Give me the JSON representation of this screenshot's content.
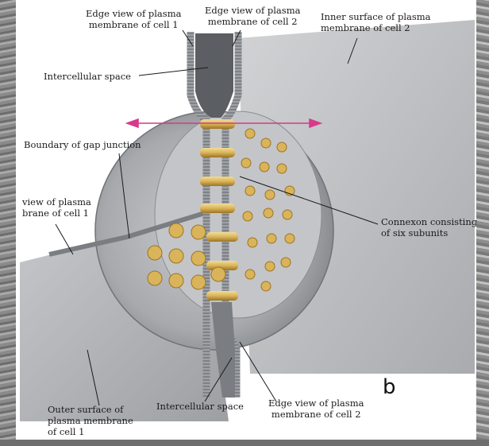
{
  "figure": {
    "panel_letter": "b",
    "labels": {
      "edge_cell1_top": [
        "Edge view of plasma",
        "membrane of cell 1"
      ],
      "edge_cell2_top": [
        "Edge view of plasma",
        "membrane of cell 2"
      ],
      "inner_surface_cell2": [
        "Inner surface of plasma",
        "membrane of cell 2"
      ],
      "intercellular_space_top": "Intercellular space",
      "boundary_gap_junction": "Boundary of gap junction",
      "edge_cell1_left": [
        "view of plasma",
        "brane of cell 1"
      ],
      "connexon": [
        "Connexon consisting",
        "of six subunits"
      ],
      "outer_surface_cell1": [
        "Outer surface of",
        "plasma membrane",
        "of cell 1"
      ],
      "intercellular_space_bottom": "Intercellular space",
      "edge_cell2_bottom": [
        "Edge view of plasma",
        "membrane of cell 2"
      ]
    }
  },
  "colors": {
    "background": "#ffffff",
    "membrane_face": "#b9bbbe",
    "membrane_shadow": "#8a8d91",
    "connexon_gold": "#d9b45a",
    "connexon_dark": "#a07a28",
    "arrow_pink": "#d63a8a",
    "micrograph_edge": "#7c7c7c"
  }
}
